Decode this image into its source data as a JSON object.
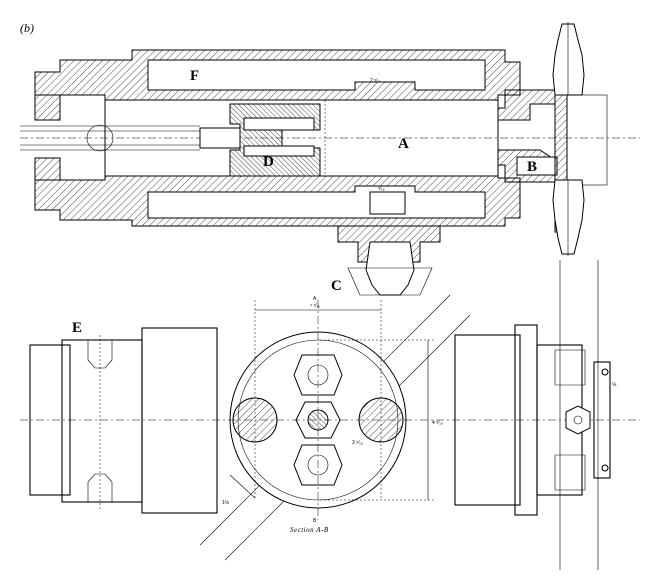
{
  "panel_label": "(b)",
  "labels": {
    "A": "A",
    "B": "B",
    "C": "C",
    "D": "D",
    "E": "E",
    "F": "F"
  },
  "section_caption": "Section A-B",
  "dimensions": {
    "top_inner": "2 ⁵⁄₁₆",
    "bore": "⁵⁄₁₆",
    "width_top": "⁴ ⁵⁄₁₆",
    "height_right": "4 ⁵⁄₁₆",
    "diag": "3 ⁵⁄₁₆",
    "lower_left": "1⅛",
    "fitting": "⅛"
  },
  "section_marks": {
    "a_mark": "A",
    "b_mark": "B"
  }
}
